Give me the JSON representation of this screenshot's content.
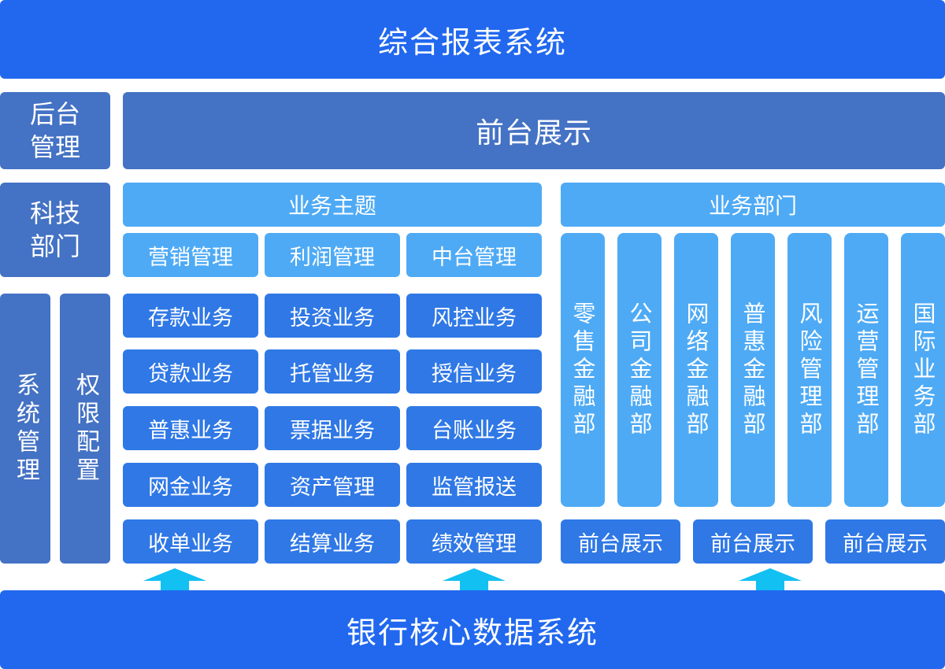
{
  "top_title": "综合报表系统",
  "bottom_title": "银行核心数据系统",
  "backend_label": "后台\n管理",
  "tech_label": "科技\n部门",
  "system_mgmt": "系统管理",
  "permission_config": "权限配置",
  "frontend_banner": "前台展示",
  "business_topics": {
    "title": "业务主题",
    "header_row": [
      "营销管理",
      "利润管理",
      "中台管理"
    ],
    "rows": [
      [
        "存款业务",
        "投资业务",
        "风控业务"
      ],
      [
        "贷款业务",
        "托管业务",
        "授信业务"
      ],
      [
        "普惠业务",
        "票据业务",
        "台账业务"
      ],
      [
        "网金业务",
        "资产管理",
        "监管报送"
      ],
      [
        "收单业务",
        "结算业务",
        "绩效管理"
      ]
    ]
  },
  "business_depts": {
    "title": "业务部门",
    "depts": [
      "零售金融部",
      "公司金融部",
      "网络金融部",
      "普惠金融部",
      "风险管理部",
      "运营管理部",
      "国际业务部"
    ],
    "front_display": [
      "前台展示",
      "前台展示",
      "前台展示"
    ]
  },
  "colors": {
    "title_bar": "#2168ef",
    "dark_block": "#4472c4",
    "mid_block": "#2f78e6",
    "light_block": "#4eaaf5",
    "arrow": "#12c0f2"
  }
}
